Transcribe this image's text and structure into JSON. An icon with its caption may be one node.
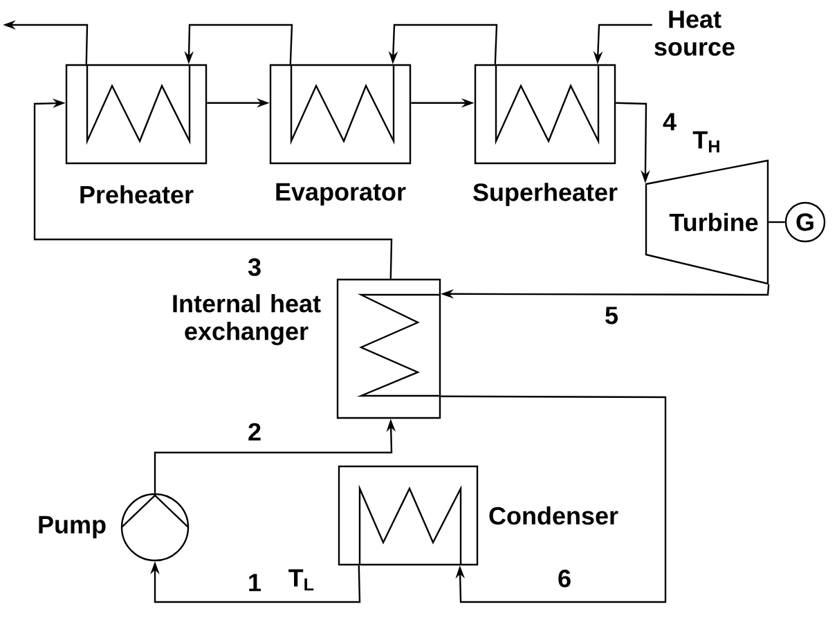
{
  "diagram": {
    "nodes": [
      {
        "text": [
          "Preheater"
        ]
      },
      {
        "text": [
          "Evaporator"
        ]
      },
      {
        "text": [
          "Superheater"
        ]
      },
      {
        "text": [
          "Turbine"
        ],
        "beside": [
          "T$_{H}$"
        ]
      },
      {
        "text": [
          "G"
        ]
      },
      {
        "text": [
          "Internal heat exchanger"
        ]
      },
      {
        "text": [
          "Pump"
        ]
      },
      {
        "text": [
          "Condenser"
        ]
      },
      {
        "text": [
          "Heat source"
        ]
      }
    ],
    "edges": [
      {
        "from": 8,
        "to": 2,
        "arrow": "to"
      },
      {
        "from": 2,
        "to": 1,
        "arrow": "to"
      },
      {
        "from": 1,
        "to": 0,
        "arrow": "to"
      },
      {
        "from": 0,
        "to": null,
        "arrow": "to"
      },
      {
        "from": 0,
        "to": 1,
        "arrow": "to"
      },
      {
        "from": 1,
        "to": 2,
        "arrow": "to"
      },
      {
        "from": 2,
        "to": 3,
        "arrow": "to",
        "label": "4"
      },
      {
        "from": 3,
        "to": 4,
        "arrow": "none"
      },
      {
        "from": 3,
        "to": 5,
        "arrow": "to",
        "label": "5"
      },
      {
        "from": 5,
        "to": 7,
        "arrow": "to",
        "label": "6"
      },
      {
        "from": 7,
        "to": 6,
        "arrow": "to",
        "label": "1"
      },
      {
        "from": 6,
        "to": 5,
        "arrow": "to",
        "label": "2"
      },
      {
        "from": 5,
        "to": 0,
        "arrow": "to",
        "label": "3"
      }
    ],
    "labels": [
      "T$_{L}$"
    ]
  }
}
